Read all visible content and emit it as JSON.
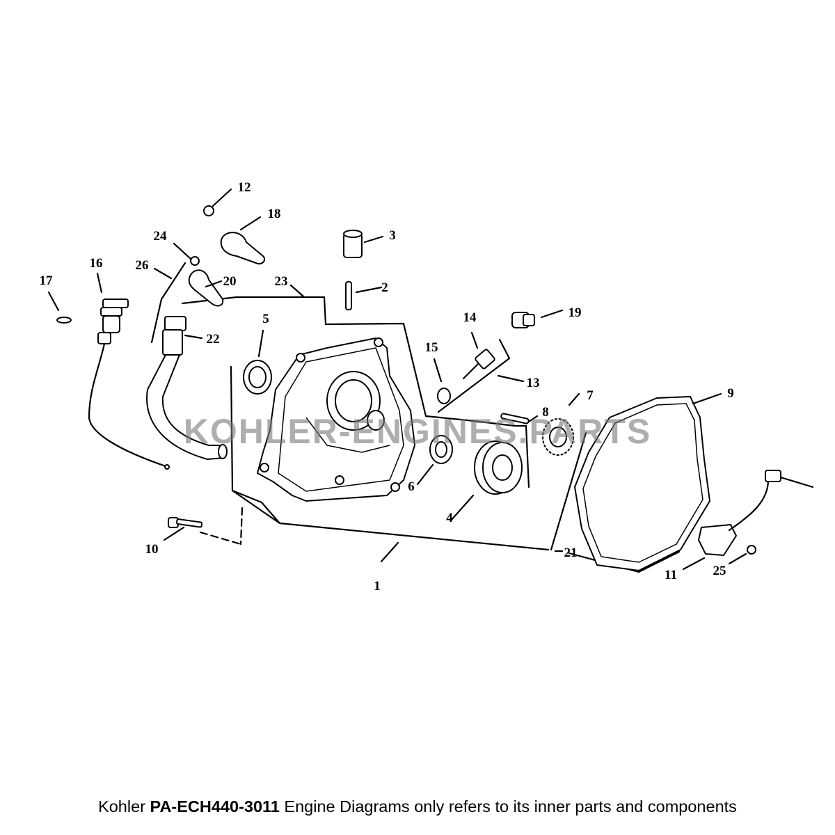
{
  "diagram": {
    "watermark": "KOHLER-ENGINES.PARTS",
    "callouts": [
      "1",
      "2",
      "3",
      "4",
      "5",
      "6",
      "7",
      "8",
      "9",
      "10",
      "11",
      "12",
      "13",
      "14",
      "15",
      "16",
      "17",
      "18",
      "19",
      "20",
      "21",
      "22",
      "23",
      "24",
      "25",
      "26"
    ]
  },
  "caption": {
    "prefix": "Kohler ",
    "model": "PA-ECH440-3011",
    "suffix": " Engine Diagrams only refers to its inner parts and components"
  }
}
